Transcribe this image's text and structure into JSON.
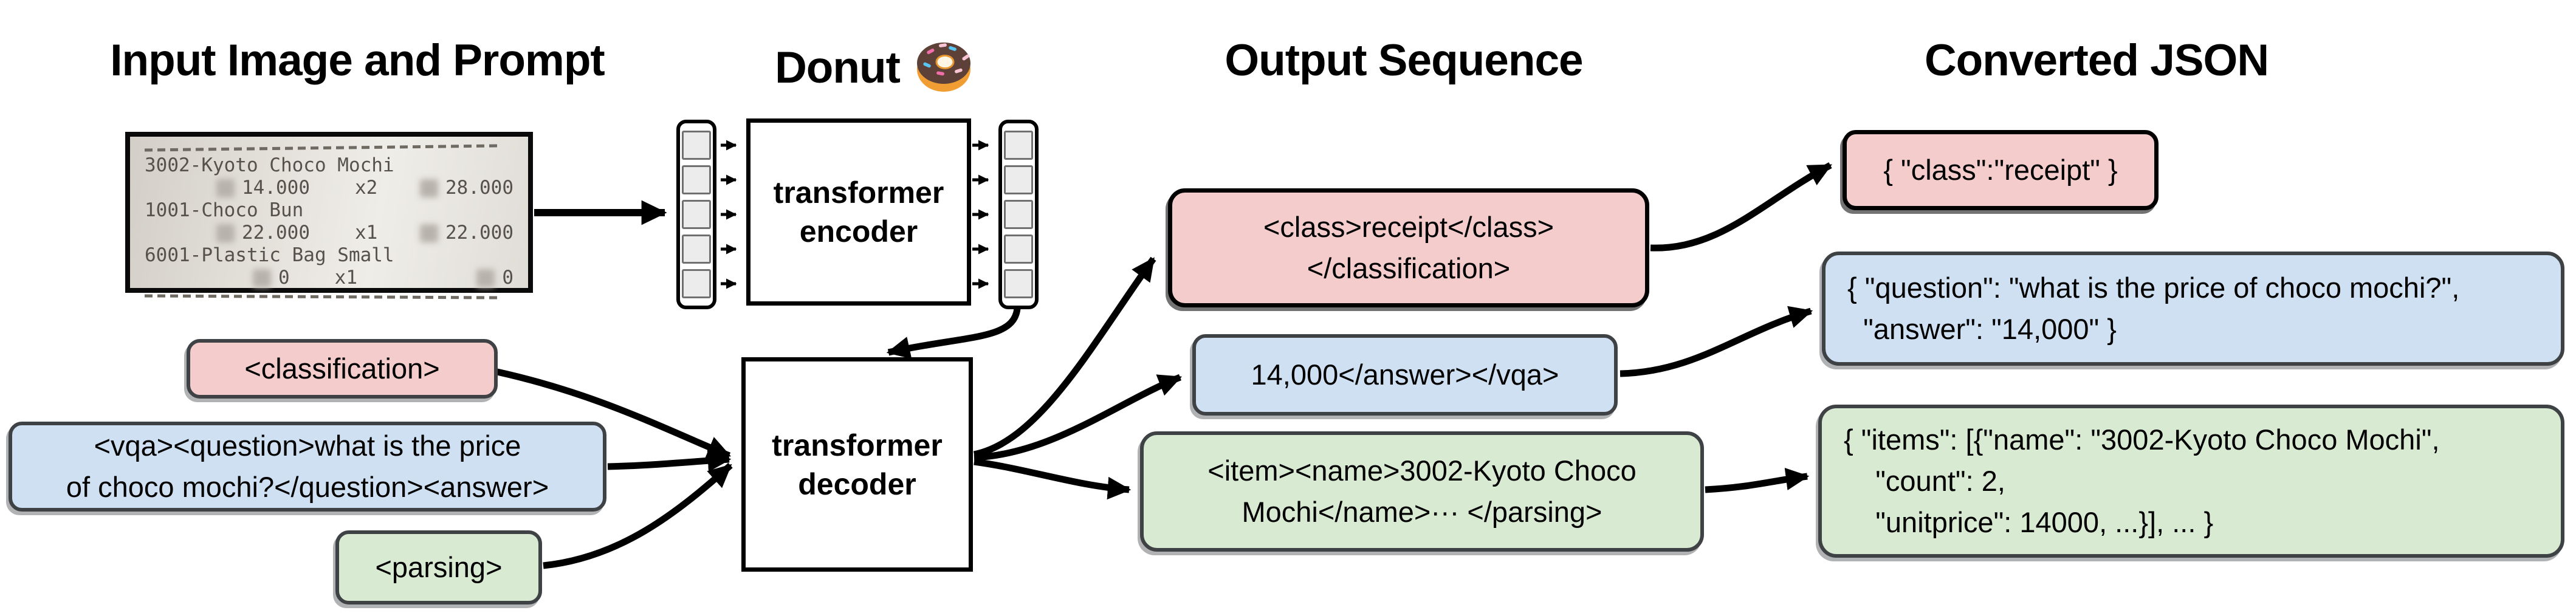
{
  "titles": {
    "input": "Input Image and Prompt",
    "model": "Donut",
    "output": "Output Sequence",
    "converted": "Converted JSON"
  },
  "icons": {
    "donut": "donut-emoji"
  },
  "receipt": {
    "item1_name": "3002-Kyoto Choco Mochi",
    "item1_unit": "14.000",
    "item1_qty": "x2",
    "item1_total": "28.000",
    "item2_name": "1001-Choco Bun",
    "item2_unit": "22.000",
    "item2_qty": "x1",
    "item2_total": "22.000",
    "item3_name": "6001-Plastic Bag Small",
    "item3_unit": "0",
    "item3_qty": "x1",
    "item3_total": "0"
  },
  "model": {
    "encoder_line1": "transformer",
    "encoder_line2": "encoder",
    "decoder_line1": "transformer",
    "decoder_line2": "decoder"
  },
  "prompts": {
    "classification": {
      "line1": "<classification>"
    },
    "vqa": {
      "line1": "<vqa><question>what is the price",
      "line2": "of choco mochi?</question><answer>"
    },
    "parsing": {
      "line1": "<parsing>"
    }
  },
  "outputs": {
    "classification": {
      "line1": "<class>receipt</class>",
      "line2": "</classification>"
    },
    "vqa": {
      "line1": "14,000</answer></vqa>"
    },
    "parsing": {
      "line1": "<item><name>3002-Kyoto Choco",
      "line2": "Mochi</name>··· </parsing>"
    }
  },
  "json_outputs": {
    "classification": {
      "line1": "{ \"class\":\"receipt\" }"
    },
    "vqa": {
      "line1": "{ \"question\": \"what is the price of choco mochi?\",",
      "line2": "  \"answer\": \"14,000\" }"
    },
    "parsing": {
      "line1": "{ \"items\": [{\"name\": \"3002-Kyoto Choco Mochi\",",
      "line2": "    \"count\": 2,",
      "line3": "    \"unitprice\": 14000, ...}], ... }"
    }
  },
  "colors": {
    "pink": "#f4cccc",
    "blue": "#cfe0f3",
    "green": "#d9ead3",
    "border_dark": "#3f4245",
    "black": "#000000"
  }
}
